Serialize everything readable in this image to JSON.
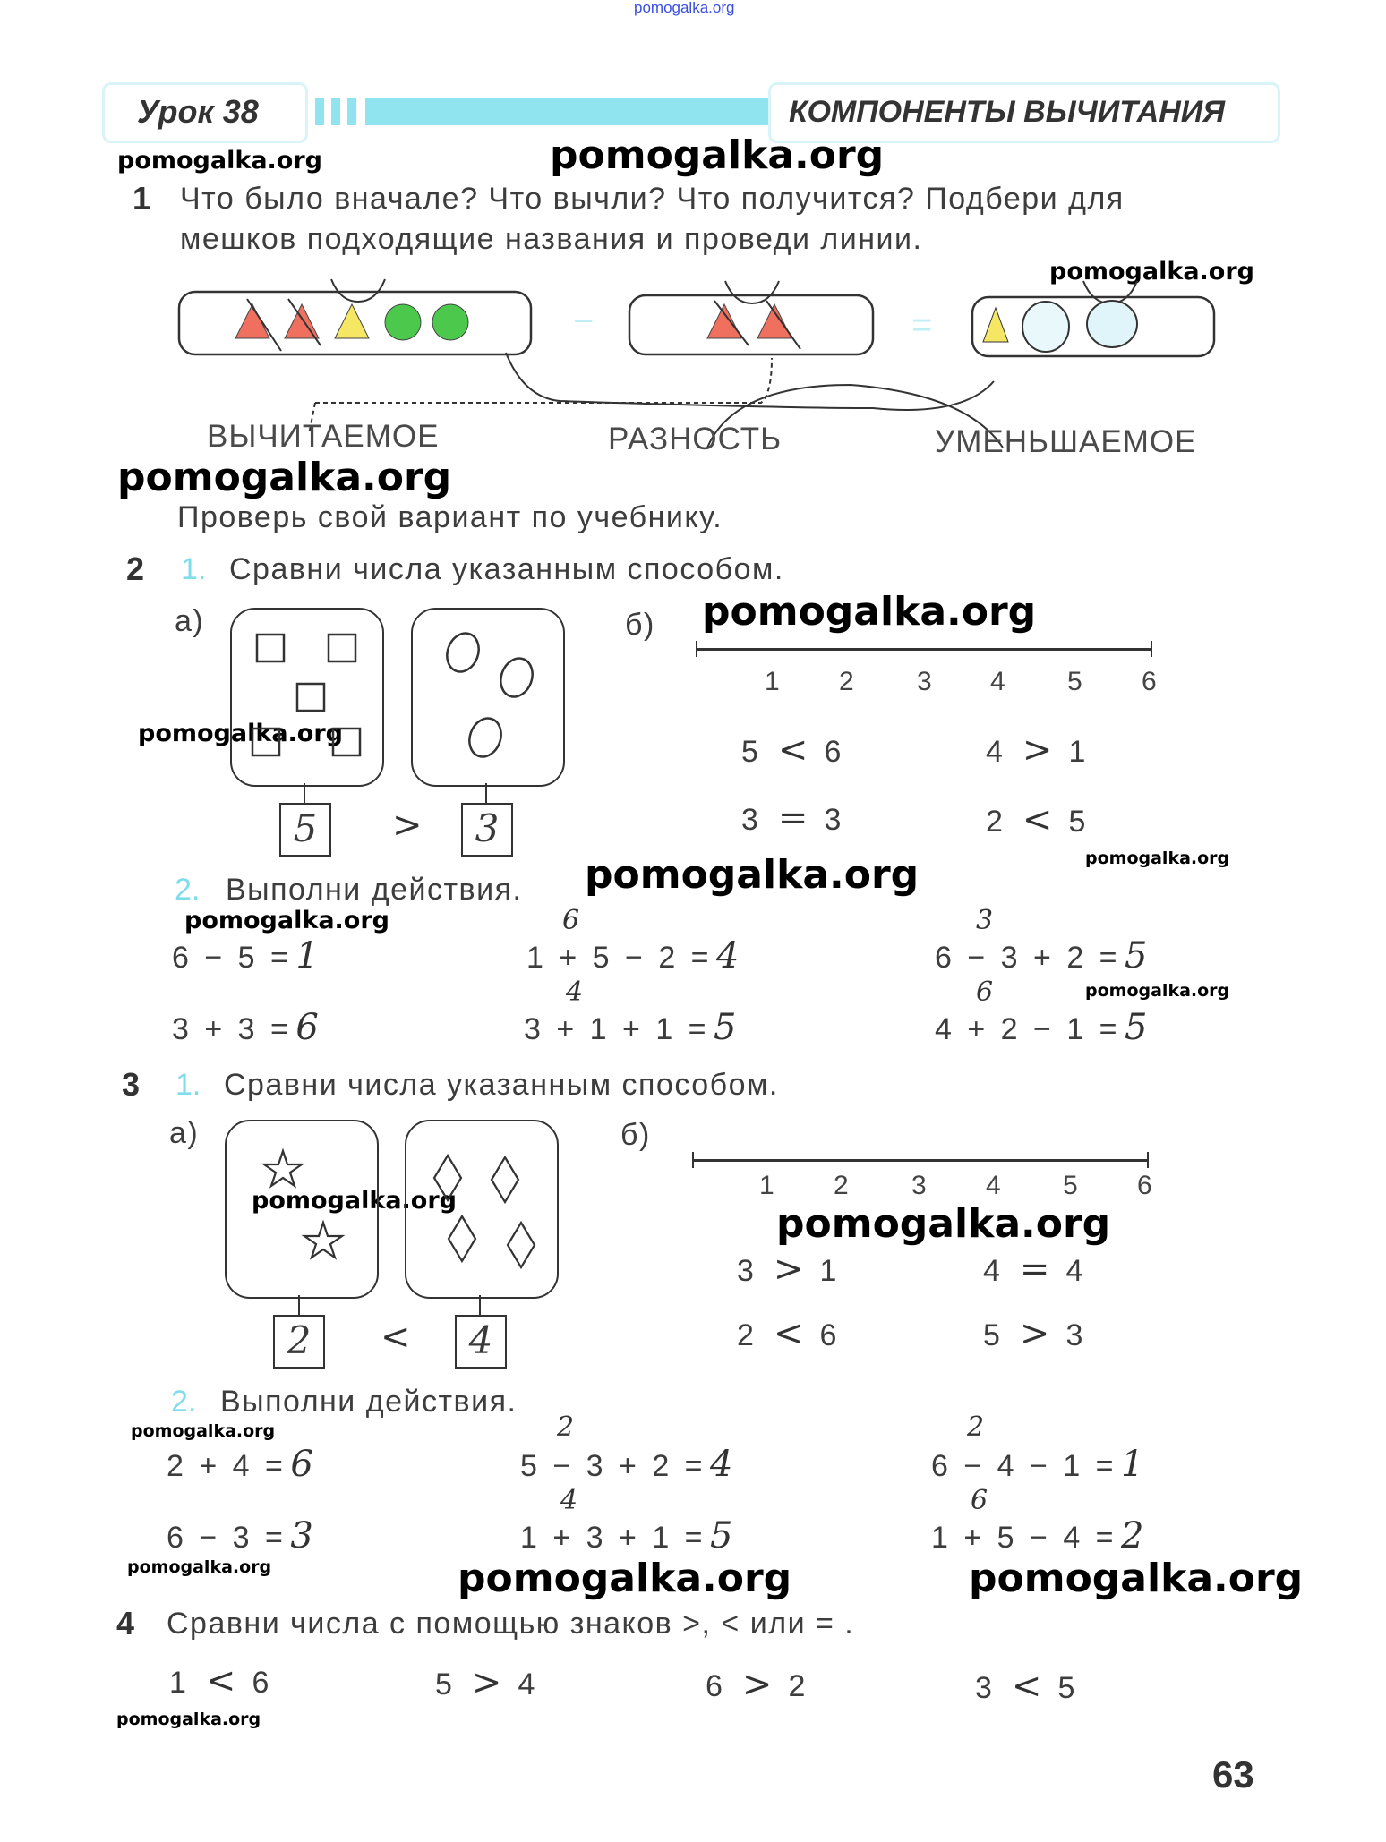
{
  "watermark_top": "pomogalka.org",
  "watermark": "pomogalka.org",
  "header": {
    "lesson": "Урок 38",
    "title": "КОМПОНЕНТЫ ВЫЧИТАНИЯ"
  },
  "task1": {
    "number": "1",
    "line1": "Что было вначале? Что вычли? Что получится? Подбери для",
    "line2": "мешков подходящие названия и проведи линии.",
    "minus": "−",
    "equals": "=",
    "labels": [
      "ВЫЧИТАЕМОЕ",
      "РАЗНОСТЬ",
      "УМЕНЬШАЕМОЕ"
    ],
    "check": "Проверь свой вариант по учебнику."
  },
  "task2": {
    "number": "2",
    "part1_num": "1.",
    "part1_text": "Сравни числа указанным способом.",
    "a": "а)",
    "b": "б)",
    "left_count": "5",
    "sign": ">",
    "right_count": "3",
    "ticks": [
      "1",
      "2",
      "3",
      "4",
      "5",
      "6"
    ],
    "comparisons": [
      {
        "left": "5",
        "sign": "<",
        "right": "6"
      },
      {
        "left": "4",
        "sign": ">",
        "right": "1"
      },
      {
        "left": "3",
        "sign": "=",
        "right": "3"
      },
      {
        "left": "2",
        "sign": "<",
        "right": "5"
      }
    ],
    "part2_num": "2.",
    "part2_text": "Выполни действия.",
    "expressions": [
      {
        "expr": "6 − 5 =",
        "answer": "1",
        "note": ""
      },
      {
        "expr": "1 + 5 − 2 =",
        "answer": "4",
        "note": "6"
      },
      {
        "expr": "6 − 3 + 2 =",
        "answer": "5",
        "note": "3"
      },
      {
        "expr": "3 + 3 =",
        "answer": "6",
        "note": ""
      },
      {
        "expr": "3 + 1 + 1 =",
        "answer": "5",
        "note": "4"
      },
      {
        "expr": "4 + 2 − 1 =",
        "answer": "5",
        "note": "6"
      }
    ]
  },
  "task3": {
    "number": "3",
    "part1_num": "1.",
    "part1_text": "Сравни числа указанным способом.",
    "a": "а)",
    "b": "б)",
    "left_count": "2",
    "sign": "<",
    "right_count": "4",
    "ticks": [
      "1",
      "2",
      "3",
      "4",
      "5",
      "6"
    ],
    "comparisons": [
      {
        "left": "3",
        "sign": ">",
        "right": "1"
      },
      {
        "left": "4",
        "sign": "=",
        "right": "4"
      },
      {
        "left": "2",
        "sign": "<",
        "right": "6"
      },
      {
        "left": "5",
        "sign": ">",
        "right": "3"
      }
    ],
    "part2_num": "2.",
    "part2_text": "Выполни действия.",
    "expressions": [
      {
        "expr": "2 + 4 =",
        "answer": "6",
        "note": ""
      },
      {
        "expr": "5 − 3 + 2 =",
        "answer": "4",
        "note": "2"
      },
      {
        "expr": "6 − 4 − 1 =",
        "answer": "1",
        "note": "2"
      },
      {
        "expr": "6 − 3 =",
        "answer": "3",
        "note": ""
      },
      {
        "expr": "1 + 3 + 1 =",
        "answer": "5",
        "note": "4"
      },
      {
        "expr": "1 + 5 − 4 =",
        "answer": "2",
        "note": "6"
      }
    ]
  },
  "task4": {
    "number": "4",
    "text": "Сравни числа с помощью знаков >, < или = .",
    "comparisons": [
      {
        "left": "1",
        "sign": "<",
        "right": "6"
      },
      {
        "left": "5",
        "sign": ">",
        "right": "4"
      },
      {
        "left": "6",
        "sign": ">",
        "right": "2"
      },
      {
        "left": "3",
        "sign": "<",
        "right": "5"
      }
    ]
  },
  "page_number": "63",
  "colors": {
    "accent": "#7fdcea",
    "red": "#f07060",
    "yellow": "#f5e663",
    "green": "#4cc94c"
  }
}
